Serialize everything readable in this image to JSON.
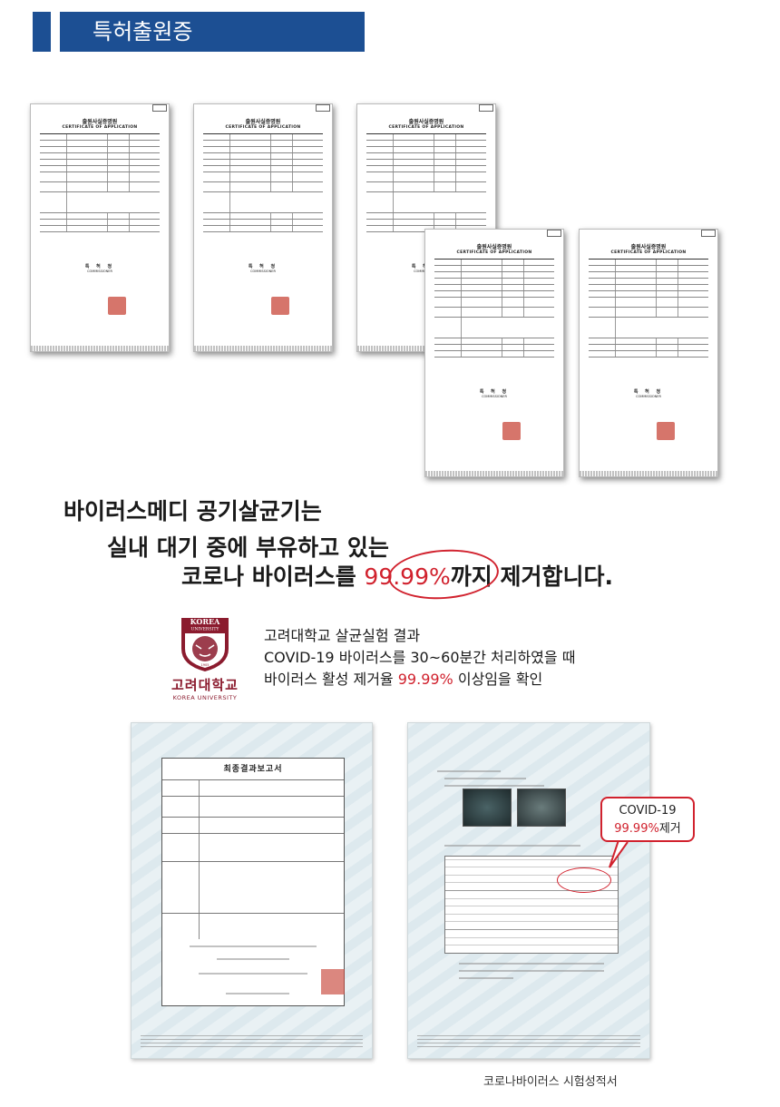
{
  "header": {
    "title": "특허출원증"
  },
  "certificates": {
    "title_ko": "출원사실증명원",
    "title_en": "CERTIFICATE OF APPLICATION",
    "commissioner_ko": "특 허 청",
    "commissioner_en": "COMMISSIONER",
    "count": 5
  },
  "headline": {
    "line1": "바이러스메디 공기살균기는",
    "line2": "실내 대기 중에 부유하고 있는",
    "line3_before": "코로나 바이러스를 ",
    "line3_highlight": "99.99%",
    "line3_after": "까지 제거합니다."
  },
  "university": {
    "logo_top": "KOREA",
    "logo_sub": "UNIVERSITY",
    "logo_year": "1905",
    "name_ko": "고려대학교",
    "name_en": "KOREA UNIVERSITY"
  },
  "result": {
    "line1": "고려대학교 살균실험 결과",
    "line2": "COVID-19 바이러스를 30~60분간 처리하였을 때",
    "line3_before": "바이러스 활성 제거율 ",
    "line3_highlight": "99.99%",
    "line3_after": " 이상임을 확인"
  },
  "report_left": {
    "title": "최종결과보고서"
  },
  "callout": {
    "line1": "COVID-19",
    "line2_highlight": "99.99%",
    "line2_after": "제거"
  },
  "caption": "코로나바이러스 시험성적서",
  "colors": {
    "brand_blue": "#1c4f93",
    "highlight_red": "#d1222e",
    "korea_crimson": "#8b1b2e"
  }
}
